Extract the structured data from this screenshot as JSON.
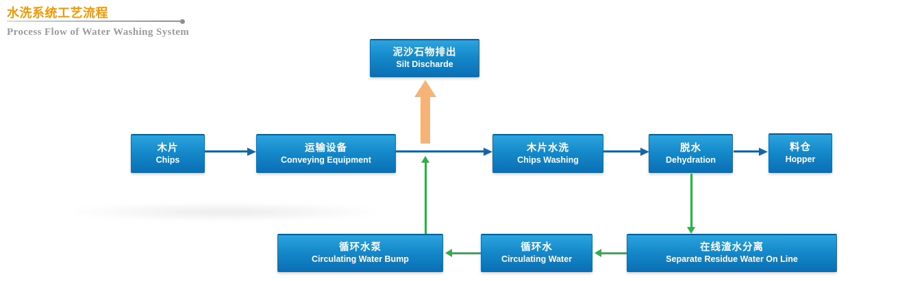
{
  "header": {
    "title_zh": "水洗系统工艺流程",
    "title_en": "Process Flow of Water Washing System"
  },
  "nodes": [
    {
      "id": "chips",
      "zh": "木片",
      "en": "Chips"
    },
    {
      "id": "conveying",
      "zh": "运输设备",
      "en": "Conveying Equipment"
    },
    {
      "id": "silt_discharge",
      "zh": "泥沙石物排出",
      "en": "Silt Discharde"
    },
    {
      "id": "chips_washing",
      "zh": "木片水洗",
      "en": "Chips Washing"
    },
    {
      "id": "dehydration",
      "zh": "脱水",
      "en": "Dehydration"
    },
    {
      "id": "hopper",
      "zh": "料仓",
      "en": "Hopper"
    },
    {
      "id": "circulating_pump",
      "zh": "循环水泵",
      "en": "Circulating Water Bump"
    },
    {
      "id": "circulating_water",
      "zh": "循环水",
      "en": "Circulating Water"
    },
    {
      "id": "separator",
      "zh": "在线渣水分离",
      "en": "Separate Residue Water On Line"
    }
  ],
  "edges": [
    {
      "from": "chips",
      "to": "conveying",
      "color": "blue"
    },
    {
      "from": "conveying",
      "to": "chips_washing",
      "color": "blue"
    },
    {
      "from": "chips_washing",
      "to": "dehydration",
      "color": "blue"
    },
    {
      "from": "dehydration",
      "to": "hopper",
      "color": "blue"
    },
    {
      "from": "conveying",
      "to": "silt_discharge",
      "color": "orange"
    },
    {
      "from": "dehydration",
      "to": "separator",
      "color": "green"
    },
    {
      "from": "separator",
      "to": "circulating_water",
      "color": "green"
    },
    {
      "from": "circulating_water",
      "to": "circulating_pump",
      "color": "green"
    },
    {
      "from": "circulating_pump",
      "to": "conveying",
      "color": "green"
    }
  ],
  "colors": {
    "title_orange": "#F39800",
    "subtitle_gray": "#9B9B9B",
    "box_gradient_top": "#2BA4DE",
    "box_gradient_bottom": "#0B6FB5",
    "flow_arrow_blue": "#1565A8",
    "return_arrow_green": "#2FAE4B",
    "discharge_arrow_orange": "#F5B377",
    "background": "#FFFFFF"
  }
}
